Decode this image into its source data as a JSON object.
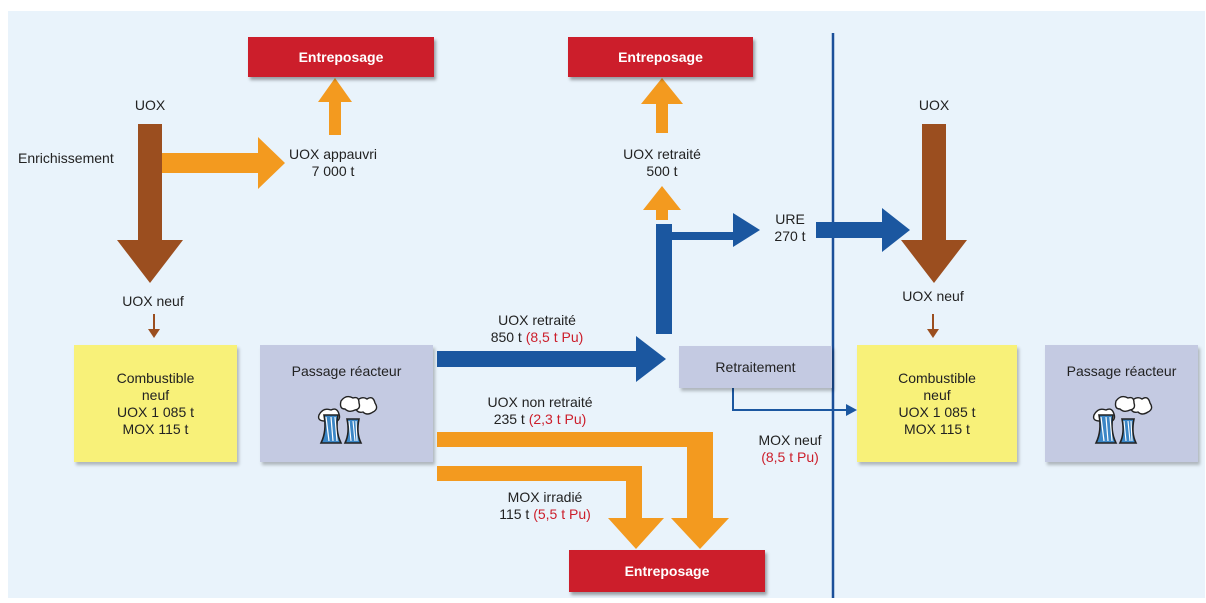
{
  "storage": {
    "top_left": "Entreposage",
    "top_mid": "Entreposage",
    "bottom": "Entreposage"
  },
  "left": {
    "uox_source": "UOX",
    "enrichment": "Enrichissement",
    "depleted_name": "UOX appauvri",
    "depleted_mass": "7 000 t",
    "new_fuel_label": "UOX neuf",
    "fuel_box": {
      "line1": "Combustible",
      "line2": "neuf",
      "line3": "UOX 1 085 t",
      "line4": "MOX 115 t"
    },
    "reactor_label": "Passage réacteur"
  },
  "flows": {
    "reprocessed_name": "UOX retraité",
    "reprocessed_mass": "850 t",
    "reprocessed_pu": "(8,5 t Pu)",
    "not_reprocessed_name": "UOX non retraité",
    "not_reprocessed_mass": "235 t",
    "not_reprocessed_pu": "(2,3 t Pu)",
    "mox_irradiated_name": "MOX irradié",
    "mox_irradiated_mass": "115 t",
    "mox_irradiated_pu": "(5,5 t Pu)",
    "reprocessed_uox_stock_name": "UOX retraité",
    "reprocessed_uox_stock_mass": "500 t",
    "ure_name": "URE",
    "ure_mass": "270 t",
    "reprocessing": "Retraitement",
    "mox_new_name": "MOX neuf",
    "mox_new_pu": "(8,5 t Pu)"
  },
  "right": {
    "uox_source": "UOX",
    "new_fuel_label": "UOX neuf",
    "fuel_box": {
      "line1": "Combustible",
      "line2": "neuf",
      "line3": "UOX 1 085 t",
      "line4": "MOX 115 t"
    },
    "reactor_label": "Passage réacteur"
  },
  "colors": {
    "background": "#e9f3fb",
    "storage_red": "#cc1e2b",
    "orange_arrow": "#f39a1f",
    "brown_arrow": "#9b4e1f",
    "blue_arrow": "#1b57a0",
    "fuel_yellow": "#f8f179",
    "reactor_grey": "#c4cae2",
    "divider": "#1b4f99"
  },
  "icons": {
    "reactor": "cooling-tower-icon"
  }
}
